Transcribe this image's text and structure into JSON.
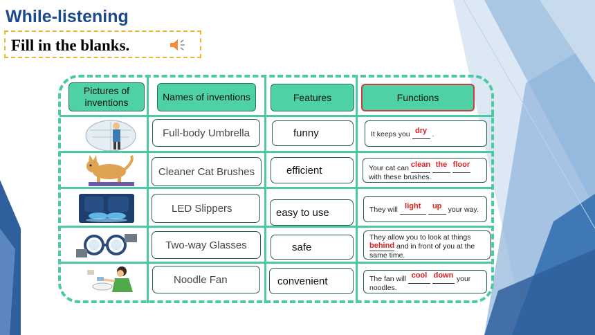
{
  "heading": "While-listening",
  "instruction": {
    "text": "Fill in the blanks.",
    "icon": "speaker-icon"
  },
  "table": {
    "headers": [
      "Pictures of inventions",
      "Names of inventions",
      "Features",
      "Functions"
    ],
    "rows": [
      {
        "picture": "umbrella-image",
        "name": "Full-body Umbrella",
        "feature": "funny",
        "func_before": "It keeps you",
        "answers": [
          "dry"
        ],
        "func_after": "."
      },
      {
        "picture": "cat-image",
        "name": "Cleaner Cat Brushes",
        "feature": "efficient",
        "func_before": "Your cat can",
        "answers": [
          "clean",
          "the",
          "floor"
        ],
        "func_after": "with these brushes."
      },
      {
        "picture": "slippers-image",
        "name": "LED Slippers",
        "feature": "easy to use",
        "func_before": "They will",
        "answers": [
          "light",
          "up"
        ],
        "func_after": "your way."
      },
      {
        "picture": "glasses-image",
        "name": "Two-way Glasses",
        "feature": "safe",
        "func_before": "They allow you to look at things",
        "answers": [
          "behind"
        ],
        "func_after": "and in front of you at the same time."
      },
      {
        "picture": "noodle-fan-image",
        "name": "Noodle Fan",
        "feature": "convenient",
        "func_before": "The fan will",
        "answers": [
          "cool",
          "down"
        ],
        "func_after": "your noodles."
      }
    ]
  },
  "colors": {
    "heading": "#1d4a8a",
    "accent_green": "#4dd1a5",
    "dashed_border": "#f2b233",
    "answer_red": "#e02020"
  }
}
